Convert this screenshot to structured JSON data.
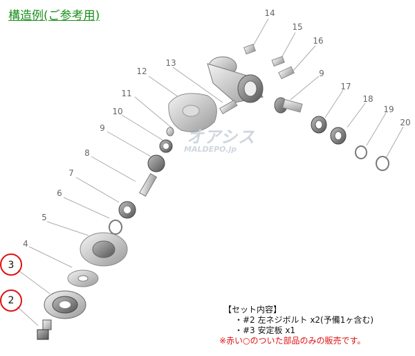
{
  "title": "構造例(ご参考用)",
  "watermark": {
    "main": "オアシス",
    "sub": "MALDEPO.jp"
  },
  "callouts": [
    "2",
    "3",
    "4",
    "5",
    "6",
    "7",
    "8",
    "9",
    "10",
    "11",
    "12",
    "13",
    "14",
    "15",
    "16",
    "9",
    "17",
    "18",
    "19",
    "20"
  ],
  "set_contents": {
    "heading": "【セット内容】",
    "items": [
      "・#2 左ネジボルト x2(予備1ヶ含む)",
      "・#3 安定板  x1"
    ],
    "note": "※赤い○のついた部品のみの販売です。"
  },
  "colors": {
    "title": "#1a8f1a",
    "highlight": "#e01010",
    "lines": "#aaaaaa",
    "parts": "#bbbbbb"
  }
}
